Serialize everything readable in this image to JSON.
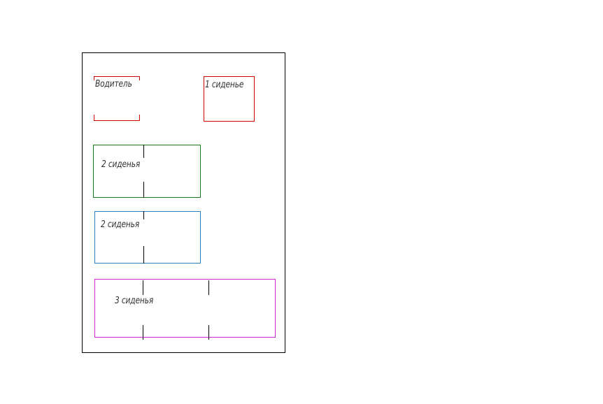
{
  "seats": {
    "driver": {
      "label": "Водитель",
      "color": "#d00000"
    },
    "single": {
      "label": "1 сиденье",
      "color": "#d00000"
    },
    "double_a": {
      "label": "2 сиденья",
      "color": "#1a7a1a"
    },
    "double_b": {
      "label": "2 сиденья",
      "color": "#2b7fbf"
    },
    "triple": {
      "label": "3 сиденья",
      "color": "#d026d0"
    }
  }
}
